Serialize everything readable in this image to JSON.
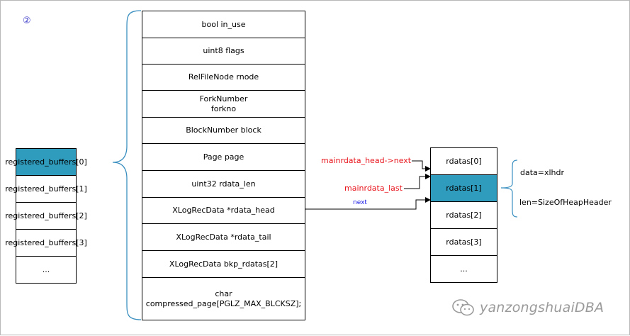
{
  "step_marker": "②",
  "left_array": [
    {
      "label": "registered_buffers[0]",
      "highlight": true
    },
    {
      "label": "registered_buffers[1]",
      "highlight": false
    },
    {
      "label": "registered_buffers[2]",
      "highlight": false
    },
    {
      "label": "registered_buffers[3]",
      "highlight": false
    },
    {
      "label": "...",
      "highlight": false
    }
  ],
  "struct_fields": [
    "bool in_use",
    "uint8 flags",
    "RelFileNode rnode",
    "ForkNumber\nforkno",
    "BlockNumber block",
    "Page page",
    "uint32 rdata_len",
    "XLogRecData *rdata_head",
    "XLogRecData *rdata_tail",
    "XLogRecData bkp_rdatas[2]",
    "char\ncompressed_page[PGLZ_MAX_BLCKSZ];"
  ],
  "right_array": [
    {
      "label": "rdatas[0]",
      "highlight": false
    },
    {
      "label": "rdatas[1]",
      "highlight": true
    },
    {
      "label": "rdatas[2]",
      "highlight": false
    },
    {
      "label": "rdatas[3]",
      "highlight": false
    },
    {
      "label": "...",
      "highlight": false
    }
  ],
  "pointer_labels": {
    "mainrdata_head": "mainrdata_head->next",
    "mainrdata_last": "mainrdata_last",
    "next": "next"
  },
  "notes": {
    "data": "data=xlhdr",
    "len": "len=SizeOfHeapHeader"
  },
  "watermark": "yanzongshuaiDBA",
  "colors": {
    "highlight": "#2f9bbd",
    "brace": "#3a8fc0",
    "pointer_text": "#e8141c",
    "next_text": "#1a1ae6",
    "watermark": "#9a9a9a"
  }
}
